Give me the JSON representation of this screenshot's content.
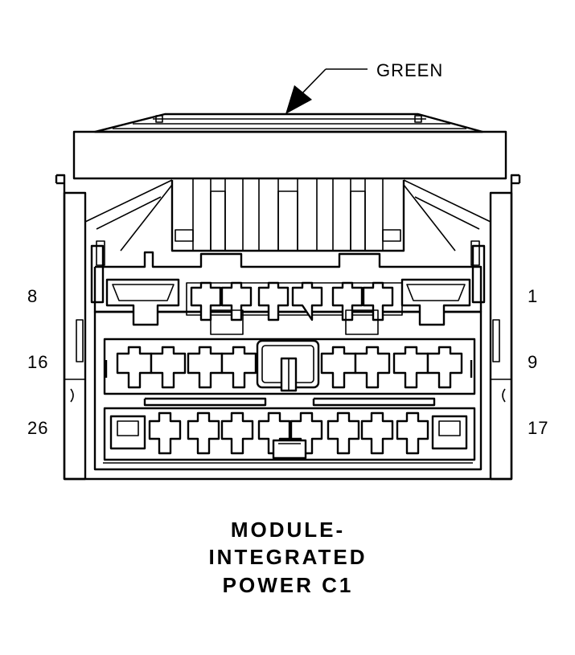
{
  "callout": {
    "label": "GREEN"
  },
  "pin_labels": {
    "row1_left": "8",
    "row1_right": "1",
    "row2_left": "16",
    "row2_right": "9",
    "row3_left": "26",
    "row3_right": "17"
  },
  "caption": {
    "line1": "MODULE-",
    "line2": "INTEGRATED",
    "line3": "POWER C1"
  }
}
